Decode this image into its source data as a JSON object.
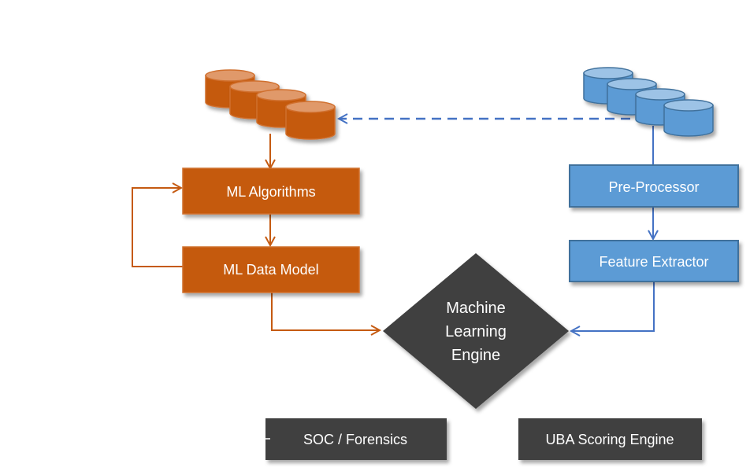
{
  "colors": {
    "orange": "#c55a11",
    "orange_light": "#e0996b",
    "blue": "#5b9bd5",
    "blue_light": "#9dc3e6",
    "blue_dark": "#41719c",
    "blue_line": "#4472c4",
    "dark": "#404040",
    "text": "#ffffff"
  },
  "nodes": {
    "ml_algorithms": "ML Algorithms",
    "ml_data_model": "ML Data Model",
    "pre_processor": "Pre-Processor",
    "feature_extractor": "Feature Extractor",
    "ml_engine": [
      "Machine",
      "Learning",
      "Engine"
    ],
    "soc_forensics": "SOC / Forensics",
    "uba_scoring": "UBA Scoring Engine"
  },
  "databases": {
    "left": {
      "name": "training-data-store",
      "count": 4
    },
    "right": {
      "name": "raw-data-store",
      "count": 4
    }
  }
}
